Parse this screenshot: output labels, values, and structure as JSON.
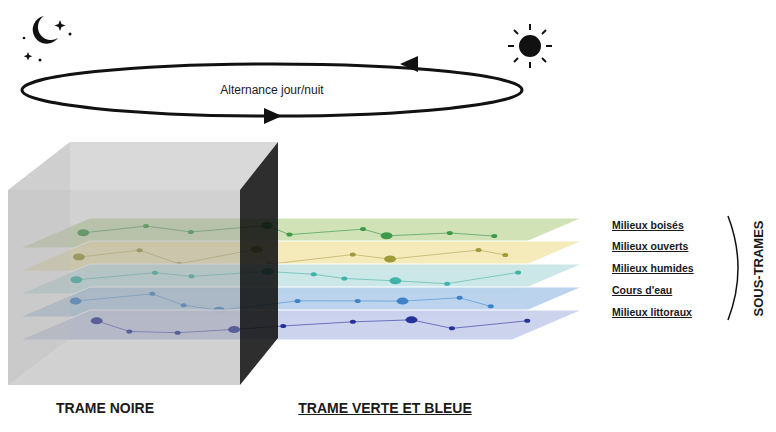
{
  "diagram": {
    "labels": [
      "Alternance jour/nuit",
      "Milieux boisés",
      "Milieux ouverts",
      "Milieux humides",
      "Cours d'eau",
      "Milieux littoraux",
      "SOUS-TRAMES",
      "TRAME NOIRE",
      "TRAME VERTE ET BLEUE"
    ]
  }
}
